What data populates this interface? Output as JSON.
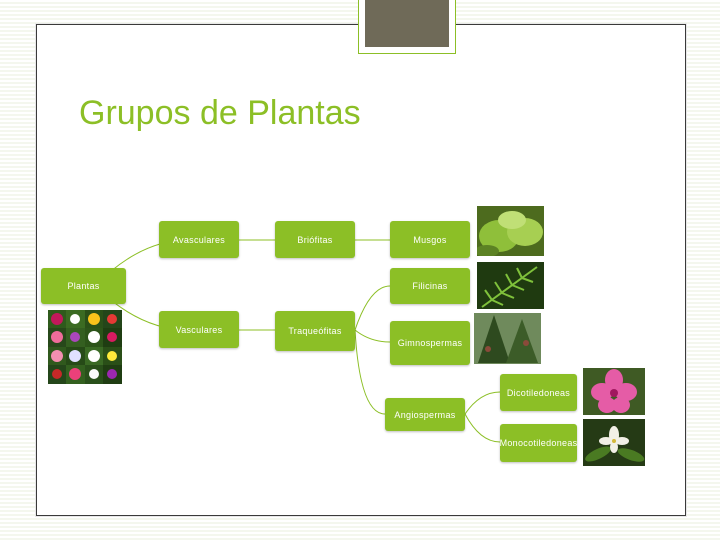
{
  "title": "Grupos de Plantas",
  "nodes": {
    "plantas": "Plantas",
    "avasculares": "Avasculares",
    "vasculares": "Vasculares",
    "briofitas": "Briófitas",
    "traqueofitas": "Traqueófitas",
    "musgos": "Musgos",
    "filicinas": "Filicinas",
    "gimnospermas": "Gimnospermas",
    "angiospermas": "Angiospermas",
    "dicotiledoneas": "Dicotiledoneas",
    "monocotiledoneas": "Monocotiledoneas"
  },
  "photos": [
    "plantas-collage",
    "moss",
    "fern",
    "conifer",
    "pink-flower",
    "white-orchid"
  ],
  "colors": {
    "accent": "#8cbf26",
    "frame": "#3a3a3a",
    "deco": "#6f6a58"
  }
}
